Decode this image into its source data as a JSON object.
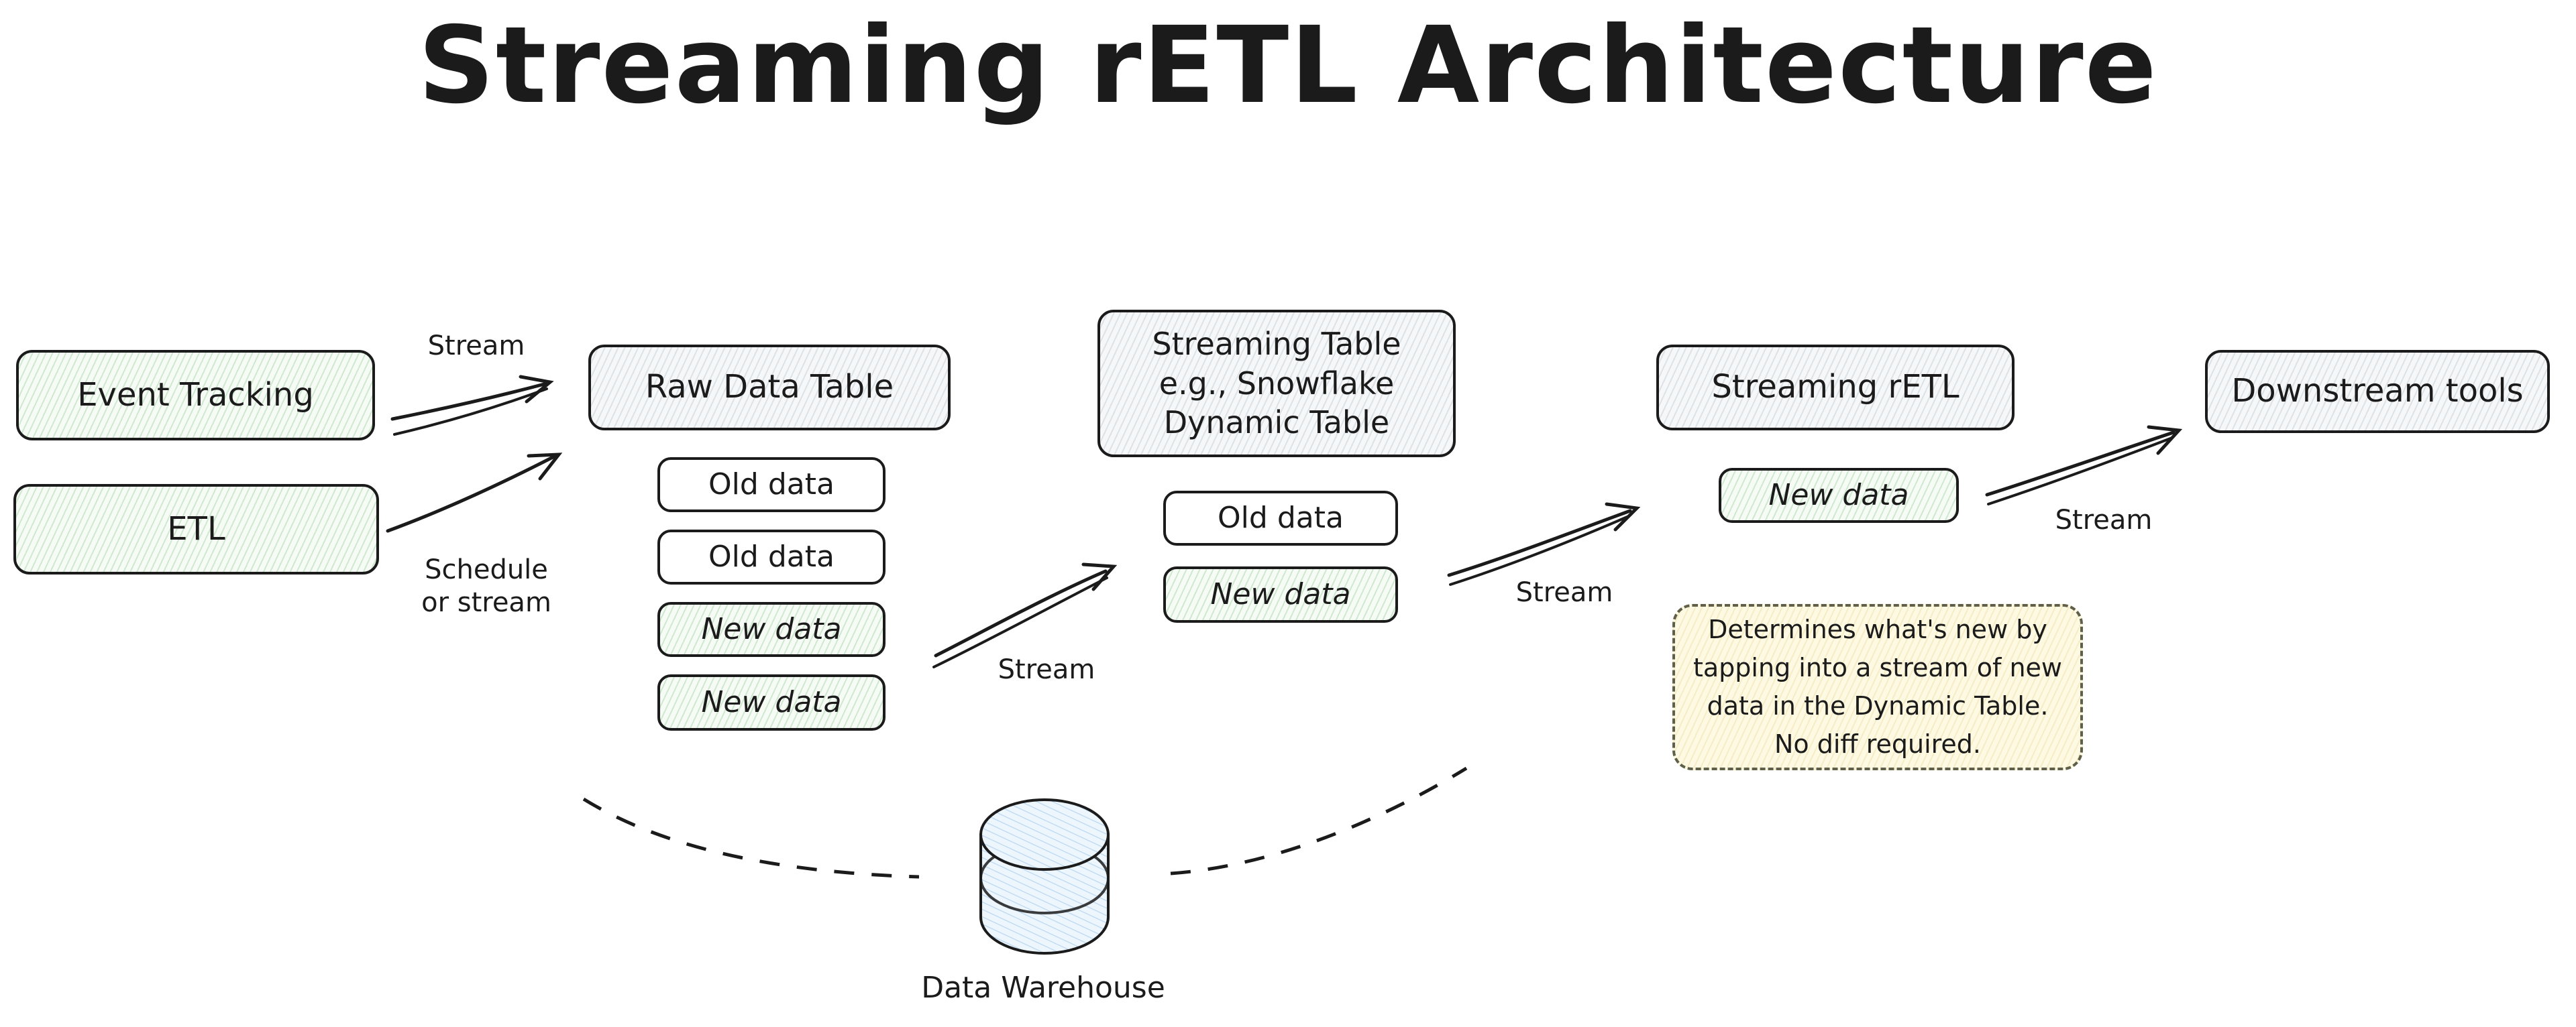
{
  "title": "Streaming rETL Architecture",
  "colors": {
    "ink": "#1b1b1b",
    "green_fill": "#e8f5e9",
    "gray_fill": "#f1f4f6",
    "blue_fill": "#dbeafe",
    "yellow_fill": "#fdf9e2"
  },
  "nodes": {
    "event_tracking": {
      "label": "Event Tracking"
    },
    "etl": {
      "label": "ETL"
    },
    "raw_data_table": {
      "label": "Raw Data Table",
      "rows": [
        {
          "label": "Old data",
          "type": "old"
        },
        {
          "label": "Old data",
          "type": "old"
        },
        {
          "label": "New data",
          "type": "new"
        },
        {
          "label": "New data",
          "type": "new"
        }
      ]
    },
    "streaming_table": {
      "lines": [
        "Streaming Table",
        "e.g., Snowflake",
        "Dynamic Table"
      ],
      "rows": [
        {
          "label": "Old data",
          "type": "old"
        },
        {
          "label": "New data",
          "type": "new"
        }
      ]
    },
    "streaming_retl": {
      "label": "Streaming rETL",
      "rows": [
        {
          "label": "New data",
          "type": "new"
        }
      ]
    },
    "downstream_tools": {
      "label": "Downstream tools"
    },
    "data_warehouse": {
      "label": "Data Warehouse"
    }
  },
  "edges": {
    "event_to_raw": {
      "label": "Stream"
    },
    "etl_to_raw": {
      "lines": [
        "Schedule",
        "or stream"
      ]
    },
    "raw_to_streaming_table": {
      "label": "Stream"
    },
    "table_to_retl": {
      "label": "Stream"
    },
    "retl_to_downstream": {
      "label": "Stream"
    }
  },
  "note": {
    "lines": [
      "Determines what's new by",
      "tapping into a stream of new",
      "data in the Dynamic Table.",
      "No diff required."
    ]
  }
}
